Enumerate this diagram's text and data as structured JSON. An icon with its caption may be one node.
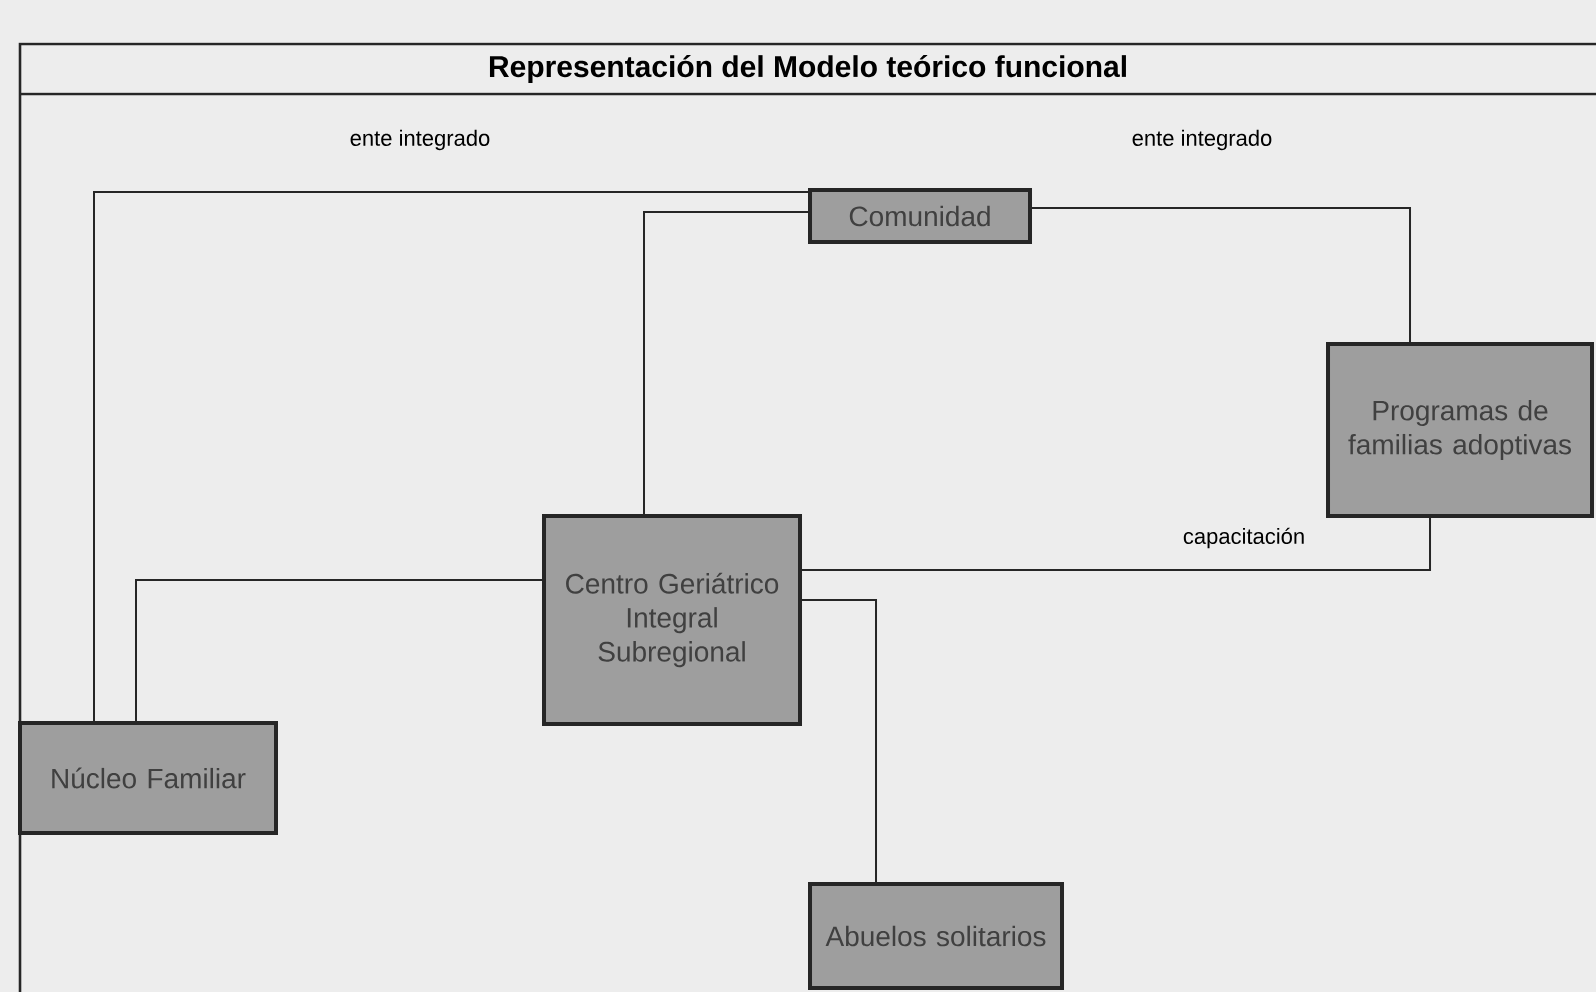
{
  "diagram": {
    "title": "Representación del Modelo teórico funcional",
    "nodes": [
      {
        "text": [
          "Comunidad"
        ]
      },
      {
        "text": [
          "Programas de familias adoptivas"
        ]
      },
      {
        "text": [
          "Centro Geriátrico Integral Subregional"
        ]
      },
      {
        "text": [
          "Núcleo Familiar"
        ]
      },
      {
        "text": [
          "Abuelos solitarios"
        ]
      }
    ],
    "edges": [
      {
        "from": 0,
        "to": 3,
        "arrow": "none",
        "label": "ente integrado"
      },
      {
        "from": 0,
        "to": 1,
        "arrow": "none",
        "label": "ente integrado"
      },
      {
        "from": 0,
        "to": 2,
        "arrow": "none"
      },
      {
        "from": 2,
        "to": 3,
        "arrow": "none"
      },
      {
        "from": 2,
        "to": 1,
        "arrow": "none",
        "label": "capacitación"
      },
      {
        "from": 2,
        "to": 4,
        "arrow": "none"
      }
    ]
  }
}
